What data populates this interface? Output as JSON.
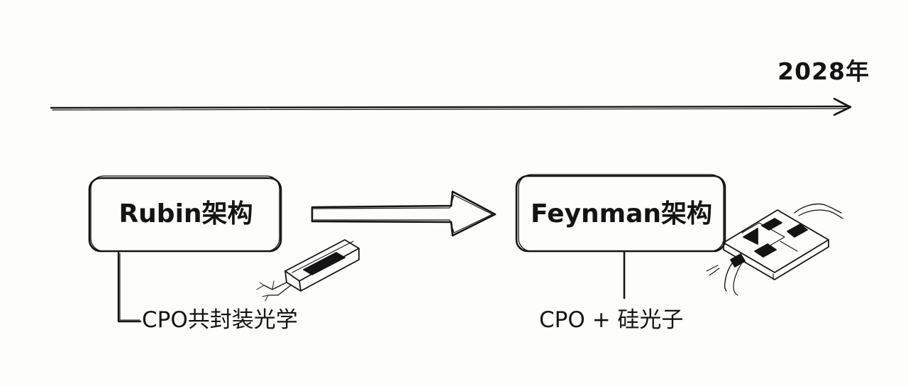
{
  "timeline": {
    "year_label": "2028年"
  },
  "stages": [
    {
      "title": "Rubin架构",
      "technology": "CPO共封装光学",
      "illustration": "optical-transceiver-icon"
    },
    {
      "title": "Feynman架构",
      "technology": "CPO + 硅光子",
      "illustration": "silicon-photonics-chip-icon"
    }
  ],
  "colors": {
    "ink": "#141414",
    "paper": "#fdfdfb"
  }
}
